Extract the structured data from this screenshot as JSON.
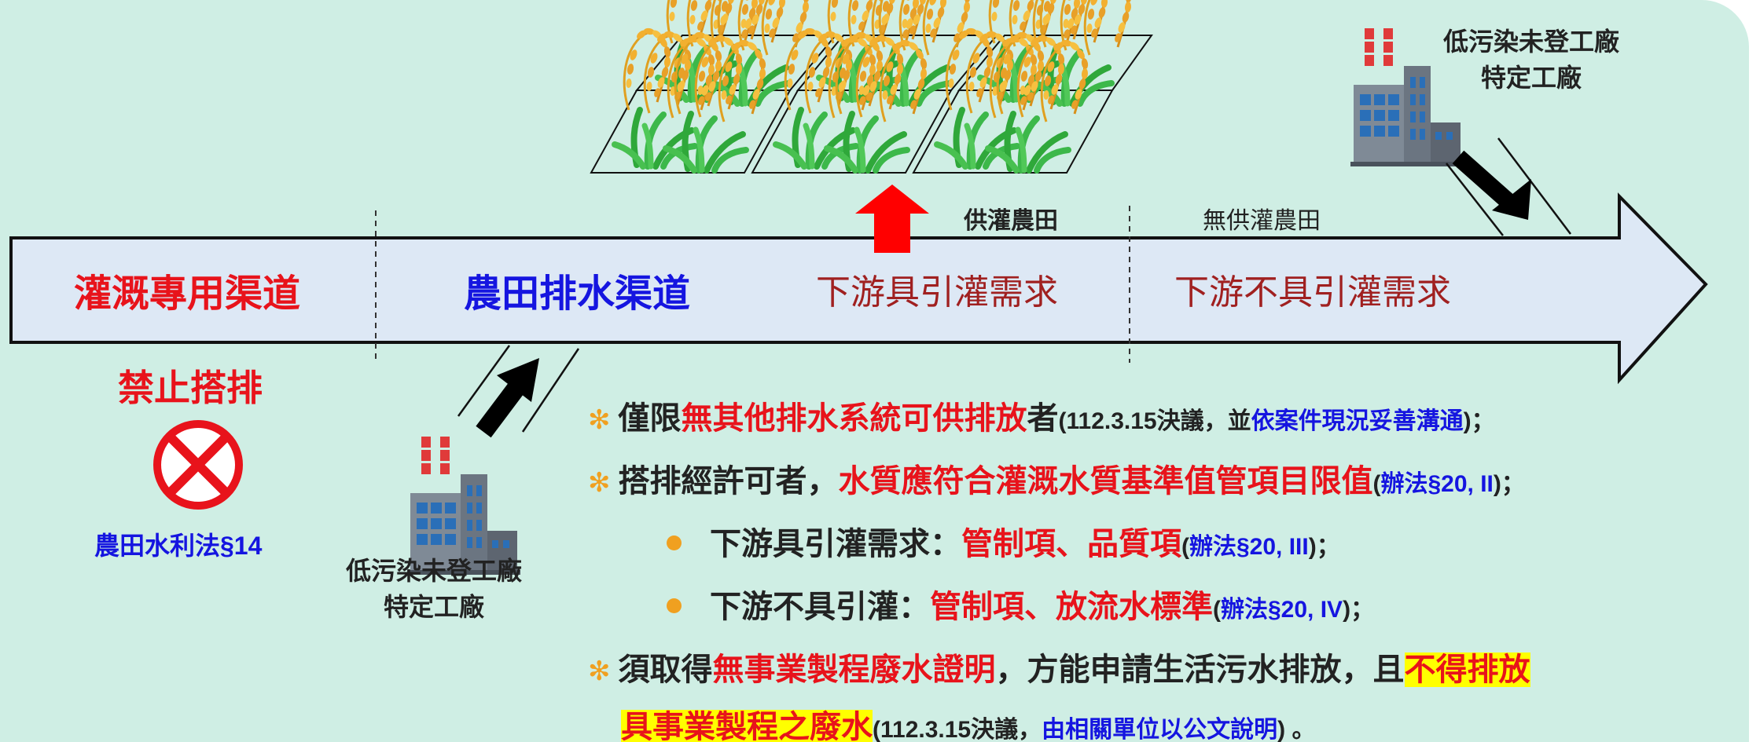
{
  "channel": {
    "irrigation": "灌溉專用渠道",
    "drainage": "農田排水渠道",
    "downstream_need": "下游具引灌需求",
    "downstream_no_need": "下游不具引灌需求"
  },
  "fields": {
    "irrigated": "供灌農田",
    "not_irrigated": "無供灌農田"
  },
  "prohibit": {
    "title": "禁止搭排",
    "law": "農田水利法§14"
  },
  "factory": {
    "line1": "低污染未登工廠",
    "line2": "特定工廠"
  },
  "rules": {
    "r1": {
      "a": "僅限",
      "b": "無其他排水系統可供排放",
      "c": "者",
      "d": "(112.3.15決議，並",
      "e": "依案件現況妥善溝通",
      "f": ")；"
    },
    "r2": {
      "a": "搭排經許可者，",
      "b": "水質應符合灌溉水質基準值管項目限值",
      "c": "(",
      "d": "辦法§20, II",
      "e": ")；"
    },
    "r3": {
      "a": "下游具引灌需求：",
      "b": "管制項、品質項",
      "c": "(",
      "d": "辦法§20, III",
      "e": ")；"
    },
    "r4": {
      "a": "下游不具引灌：",
      "b": "管制項、放流水標準",
      "c": "(",
      "d": "辦法§20, IV",
      "e": ")；"
    },
    "r5": {
      "a": "須取得",
      "b": "無事業製程廢水證明",
      "c": "，方能申請生活污水排放，且",
      "d": "不得排放"
    },
    "r6": {
      "a": "具事業製程之廢水",
      "b": "(112.3.15決議，",
      "c": "由相關單位以公文說明",
      "d": ") 。"
    }
  },
  "colors": {
    "background": "#cfeee4",
    "arrow_fill": "#dde8f5",
    "red": "#e8131b",
    "blue": "#1515e0",
    "maroon": "#a02020",
    "highlight": "#ffff00",
    "bullet": "#f0a020"
  },
  "icons": [
    "rice-field-icon",
    "factory-icon",
    "prohibited-icon",
    "up-arrow-icon",
    "down-right-arrow-icon",
    "up-right-arrow-icon"
  ]
}
